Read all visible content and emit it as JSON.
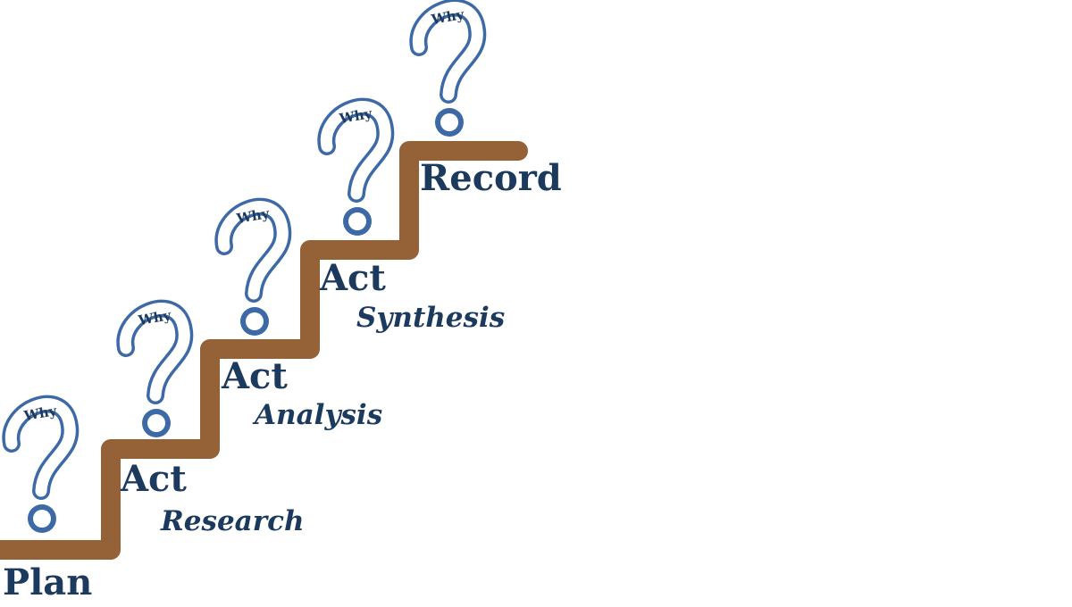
{
  "colors": {
    "stair": "#946236",
    "text": "#1c3a5e",
    "question_mark": "#3d6aa6"
  },
  "icon": "question-mark-icon",
  "why_text": "Why",
  "steps": [
    {
      "label": "Plan",
      "sublabel": ""
    },
    {
      "label": "Act",
      "sublabel": "Research"
    },
    {
      "label": "Act",
      "sublabel": "Analysis"
    },
    {
      "label": "Act",
      "sublabel": "Synthesis"
    },
    {
      "label": "Record",
      "sublabel": ""
    }
  ]
}
